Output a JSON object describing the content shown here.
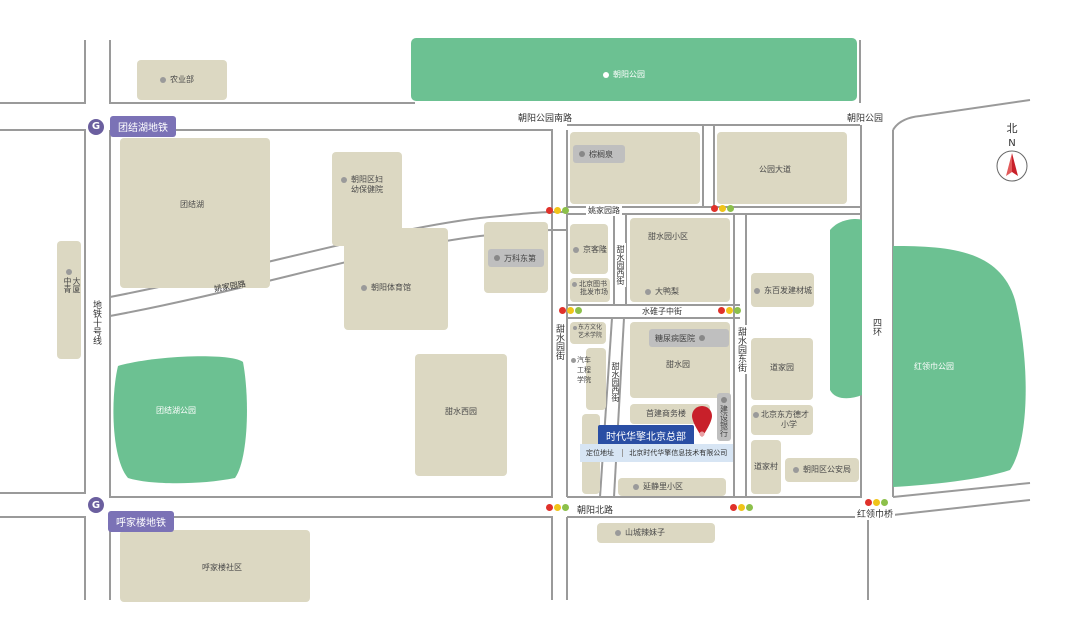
{
  "colors": {
    "block": "#dcd8c2",
    "park": "#6cc192",
    "road": "#9a9a9a",
    "metro": "#7b72b6",
    "hq": "#2a4ea4",
    "pin": "#c8202a"
  },
  "parks": {
    "chaoyang_park": "朝阳公园",
    "tuanjiehu_park": "团结湖公园",
    "hongling_park": "红领巾公园"
  },
  "places": {
    "nongyebu": "农业部",
    "tuanjiehu": "团结湖",
    "fuyou_line1": "朝阳区妇",
    "fuyou_line2": "幼保健院",
    "tiyuguan": "朝阳体育馆",
    "vanke": "万科东第",
    "tianshuixiyuan": "甜水西园",
    "zonglvquan": "棕榈泉",
    "gongyuan_dadao": "公园大道",
    "jingkelong": "京客隆",
    "tianshuiyuan_xiaoqu": "甜水园小区",
    "book_market_line1": "北京图书",
    "book_market_line2": "批发市场",
    "dayali": "大鸭梨",
    "dongbai": "东百发建材城",
    "dongfang_art_line1": "东方文化",
    "dongfang_art_line2": "艺术学院",
    "tangniaobing": "糖尿病医院",
    "tianshuiyuan": "甜水园",
    "qiche_school_line1": "汽车",
    "qiche_school_line2": "工程",
    "qiche_school_line3": "学院",
    "shoujian": "首建商务楼",
    "jianshe_bank": "建设银行",
    "daojiayuan": "道家园",
    "dongfangdecai_line1": "北京东方德才",
    "dongfangdecai_line2": "小学",
    "daojiacun": "道家村",
    "gonganju": "朝阳区公安局",
    "yanjingli": "延静里小区",
    "shanchengjiaozi": "山城辣妹子",
    "hujialou_shequ": "呼家楼社区",
    "zhongqingdasha_line1": "中青",
    "zhongqingdasha_line2": "大厦"
  },
  "roads": {
    "chaoyang_park_south": "朝阳公园南路",
    "chaoyang_park_road": "朝阳公园",
    "yaojia_road_right": "姚家园路",
    "yaojia_road_left": "姚家园路",
    "tianshui_west_street": "甜水园西街",
    "shuidui_middle": "水碓子中街",
    "tianshui_street_left": "甜水园街",
    "tianshui_street_mid": "甜水园西街",
    "tianshui_east_street": "甜水园东街",
    "east_4th_ring": "四环",
    "metro_line10": "地铁十号线",
    "chaoyang_north": "朝阳北路",
    "hongling_bridge": "红领巾桥"
  },
  "metro": {
    "tuanjiehu_station": "团结湖地铁",
    "hujialou_station": "呼家楼地铁",
    "icon_glyph": "G"
  },
  "hq": {
    "title": "时代华擎北京总部",
    "address_label": "定位地址",
    "address": "北京时代华擎信息技术有限公司"
  },
  "compass": {
    "north_cn": "北",
    "north_en": "N"
  }
}
